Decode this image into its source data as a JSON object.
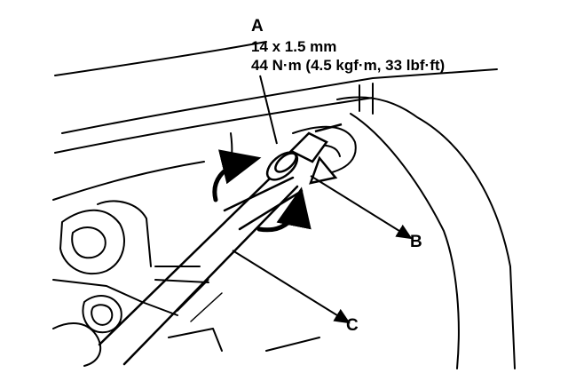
{
  "callouts": {
    "a": {
      "letter": "A",
      "size": "14 x 1.5 mm",
      "torque": "44 N·m (4.5 kgf·m, 33 lbf·ft)"
    },
    "b": {
      "letter": "B"
    },
    "c": {
      "letter": "C"
    }
  },
  "colors": {
    "ink": "#000000",
    "paper": "#ffffff"
  }
}
